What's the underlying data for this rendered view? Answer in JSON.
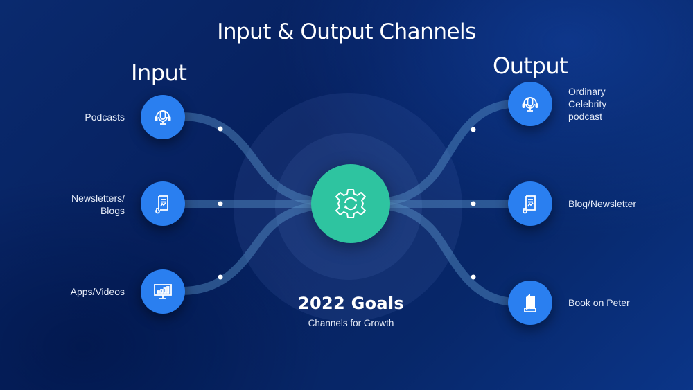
{
  "title": "Input & Output Channels",
  "input": {
    "heading": "Input",
    "items": [
      {
        "label": "Podcasts",
        "icon": "podcast-headphones-mic-icon"
      },
      {
        "label": "Newsletters/\nBlogs",
        "label_line1": "Newsletters/",
        "label_line2": "Blogs",
        "icon": "document-scroll-icon"
      },
      {
        "label": "Apps/Videos",
        "icon": "monitor-chart-icon"
      }
    ]
  },
  "output": {
    "heading": "Output",
    "items": [
      {
        "label_line1": "Ordinary",
        "label_line2": "Celebrity",
        "label_line3": "podcast",
        "icon": "podcast-headphones-mic-icon"
      },
      {
        "label": "Blog/Newsletter",
        "icon": "document-scroll-icon"
      },
      {
        "label": "Book on Peter",
        "icon": "book-icon"
      }
    ]
  },
  "hub": {
    "title": "2022 Goals",
    "subtitle": "Channels for Growth",
    "icon": "gear-refresh-icon"
  },
  "colors": {
    "background": "#06205e",
    "node": "#2a7ff0",
    "hub": "#2ec4a0",
    "flow": "#4a86b8",
    "text": "#ffffff"
  }
}
